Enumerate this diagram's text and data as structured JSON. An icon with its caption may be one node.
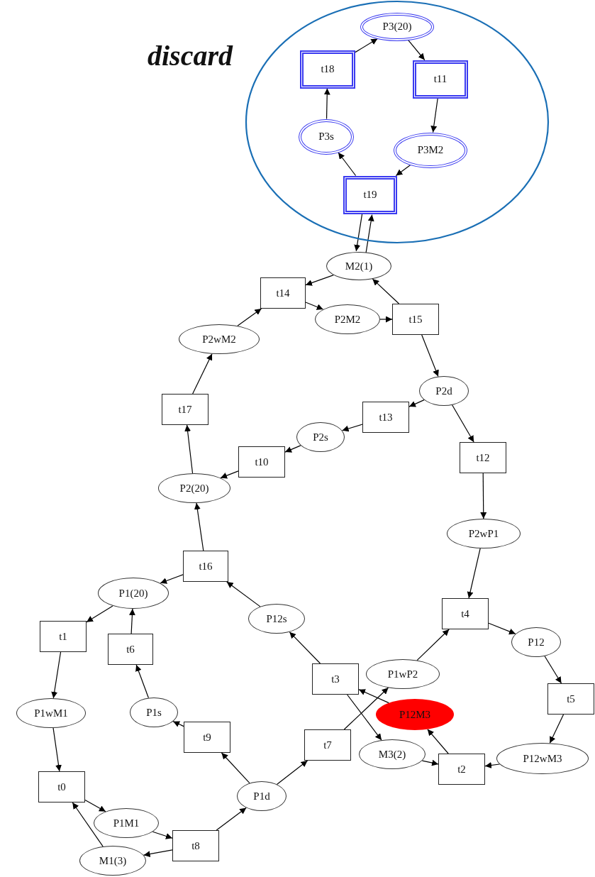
{
  "diagram": {
    "nodes": [
      {
        "text": [
          "discard"
        ]
      },
      {
        "text": [
          "P3(20)"
        ],
        "in": 0
      },
      {
        "text": [
          "t18"
        ],
        "in": 0
      },
      {
        "text": [
          "t11"
        ],
        "in": 0
      },
      {
        "text": [
          "P3s"
        ],
        "in": 0
      },
      {
        "text": [
          "P3M2"
        ],
        "in": 0
      },
      {
        "text": [
          "t19"
        ],
        "in": 0
      },
      {
        "text": [
          "M2(1)"
        ]
      },
      {
        "text": [
          "t14"
        ]
      },
      {
        "text": [
          "P2M2"
        ]
      },
      {
        "text": [
          "t15"
        ]
      },
      {
        "text": [
          "P2wM2"
        ]
      },
      {
        "text": [
          "P2d"
        ]
      },
      {
        "text": [
          "t13"
        ]
      },
      {
        "text": [
          "P2s"
        ]
      },
      {
        "text": [
          "t17"
        ]
      },
      {
        "text": [
          "t10"
        ]
      },
      {
        "text": [
          "t12"
        ]
      },
      {
        "text": [
          "P2(20)"
        ]
      },
      {
        "text": [
          "P2wP1"
        ]
      },
      {
        "text": [
          "t16"
        ]
      },
      {
        "text": [
          "P1(20)"
        ]
      },
      {
        "text": [
          "P12s"
        ]
      },
      {
        "text": [
          "t4"
        ]
      },
      {
        "text": [
          "t1"
        ]
      },
      {
        "text": [
          "t6"
        ]
      },
      {
        "text": [
          "P12"
        ]
      },
      {
        "text": [
          "t3"
        ]
      },
      {
        "text": [
          "P1wP2"
        ]
      },
      {
        "text": [
          "t5"
        ]
      },
      {
        "text": [
          "P1wM1"
        ]
      },
      {
        "text": [
          "P12M3"
        ]
      },
      {
        "text": [
          "P1s"
        ]
      },
      {
        "text": [
          "t7"
        ]
      },
      {
        "text": [
          "M3(2)"
        ]
      },
      {
        "text": [
          "t9"
        ]
      },
      {
        "text": [
          "t2"
        ]
      },
      {
        "text": [
          "P12wM3"
        ]
      },
      {
        "text": [
          "t0"
        ]
      },
      {
        "text": [
          "P1d"
        ]
      },
      {
        "text": [
          "P1M1"
        ]
      },
      {
        "text": [
          "t8"
        ]
      },
      {
        "text": [
          "M1(3)"
        ]
      }
    ],
    "edges": [
      {
        "from": 1,
        "to": 3,
        "arrow": "to"
      },
      {
        "from": 2,
        "to": 1,
        "arrow": "to"
      },
      {
        "from": 4,
        "to": 2,
        "arrow": "to"
      },
      {
        "from": 3,
        "to": 5,
        "arrow": "to"
      },
      {
        "from": 5,
        "to": 6,
        "arrow": "to"
      },
      {
        "from": 6,
        "to": 4,
        "arrow": "to"
      },
      {
        "from": 7,
        "to": 6,
        "arrow": "to"
      },
      {
        "from": 6,
        "to": 7,
        "arrow": "to"
      },
      {
        "from": 7,
        "to": 8,
        "arrow": "to"
      },
      {
        "from": 8,
        "to": 9,
        "arrow": "to"
      },
      {
        "from": 9,
        "to": 10,
        "arrow": "to"
      },
      {
        "from": 10,
        "to": 7,
        "arrow": "to"
      },
      {
        "from": 10,
        "to": 12,
        "arrow": "to"
      },
      {
        "from": 12,
        "to": 13,
        "arrow": "to"
      },
      {
        "from": 12,
        "to": 17,
        "arrow": "to"
      },
      {
        "from": 13,
        "to": 14,
        "arrow": "to"
      },
      {
        "from": 14,
        "to": 16,
        "arrow": "to"
      },
      {
        "from": 16,
        "to": 18,
        "arrow": "to"
      },
      {
        "from": 18,
        "to": 15,
        "arrow": "to"
      },
      {
        "from": 15,
        "to": 11,
        "arrow": "to"
      },
      {
        "from": 11,
        "to": 8,
        "arrow": "to"
      },
      {
        "from": 17,
        "to": 19,
        "arrow": "to"
      },
      {
        "from": 19,
        "to": 23,
        "arrow": "to"
      },
      {
        "from": 23,
        "to": 26,
        "arrow": "to"
      },
      {
        "from": 26,
        "to": 29,
        "arrow": "to"
      },
      {
        "from": 29,
        "to": 37,
        "arrow": "to"
      },
      {
        "from": 37,
        "to": 36,
        "arrow": "to"
      },
      {
        "from": 34,
        "to": 36,
        "arrow": "to"
      },
      {
        "from": 36,
        "to": 31,
        "arrow": "to"
      },
      {
        "from": 31,
        "to": 27,
        "arrow": "to"
      },
      {
        "from": 27,
        "to": 34,
        "arrow": "to"
      },
      {
        "from": 27,
        "to": 22,
        "arrow": "to"
      },
      {
        "from": 22,
        "to": 20,
        "arrow": "to"
      },
      {
        "from": 20,
        "to": 18,
        "arrow": "to"
      },
      {
        "from": 20,
        "to": 21,
        "arrow": "to"
      },
      {
        "from": 21,
        "to": 24,
        "arrow": "to"
      },
      {
        "from": 24,
        "to": 30,
        "arrow": "to"
      },
      {
        "from": 30,
        "to": 38,
        "arrow": "to"
      },
      {
        "from": 38,
        "to": 40,
        "arrow": "to"
      },
      {
        "from": 42,
        "to": 38,
        "arrow": "to"
      },
      {
        "from": 40,
        "to": 41,
        "arrow": "to"
      },
      {
        "from": 41,
        "to": 42,
        "arrow": "to"
      },
      {
        "from": 41,
        "to": 39,
        "arrow": "to"
      },
      {
        "from": 39,
        "to": 35,
        "arrow": "to"
      },
      {
        "from": 39,
        "to": 33,
        "arrow": "to"
      },
      {
        "from": 33,
        "to": 28,
        "arrow": "to"
      },
      {
        "from": 28,
        "to": 23,
        "arrow": "to"
      },
      {
        "from": 35,
        "to": 32,
        "arrow": "to"
      },
      {
        "from": 32,
        "to": 25,
        "arrow": "to"
      },
      {
        "from": 25,
        "to": 21,
        "arrow": "to"
      }
    ]
  }
}
